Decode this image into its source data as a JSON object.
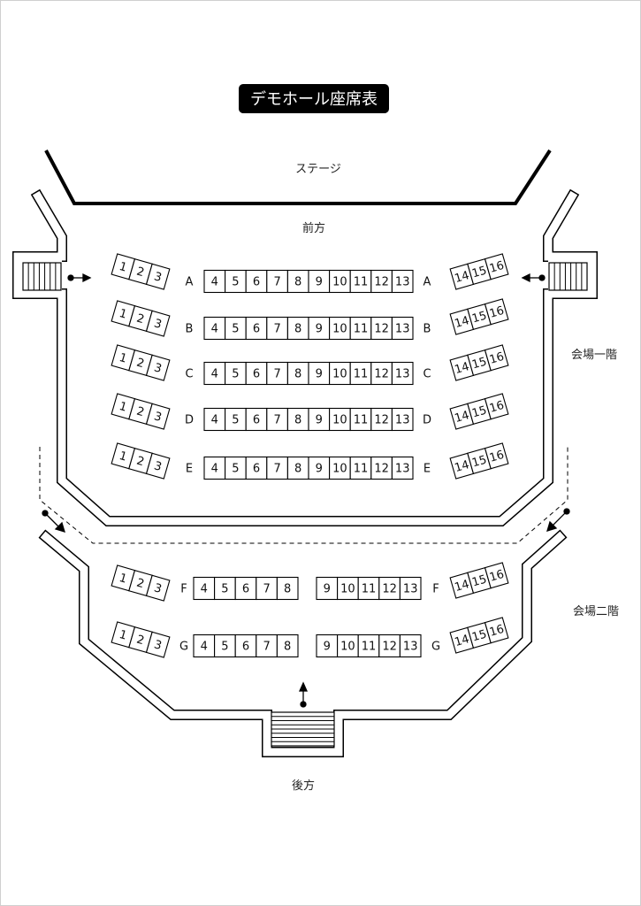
{
  "title": "デモホール座席表",
  "stage_label": "ステージ",
  "front_label": "前方",
  "rear_label": "後方",
  "floor1_label": "会場一階",
  "floor2_label": "会場二階",
  "floor1_rows": [
    {
      "row": "A",
      "left": [
        "1",
        "2",
        "3"
      ],
      "center": [
        "4",
        "5",
        "6",
        "7",
        "8",
        "9",
        "10",
        "11",
        "12",
        "13"
      ],
      "right": [
        "14",
        "15",
        "16"
      ]
    },
    {
      "row": "B",
      "left": [
        "1",
        "2",
        "3"
      ],
      "center": [
        "4",
        "5",
        "6",
        "7",
        "8",
        "9",
        "10",
        "11",
        "12",
        "13"
      ],
      "right": [
        "14",
        "15",
        "16"
      ]
    },
    {
      "row": "C",
      "left": [
        "1",
        "2",
        "3"
      ],
      "center": [
        "4",
        "5",
        "6",
        "7",
        "8",
        "9",
        "10",
        "11",
        "12",
        "13"
      ],
      "right": [
        "14",
        "15",
        "16"
      ]
    },
    {
      "row": "D",
      "left": [
        "1",
        "2",
        "3"
      ],
      "center": [
        "4",
        "5",
        "6",
        "7",
        "8",
        "9",
        "10",
        "11",
        "12",
        "13"
      ],
      "right": [
        "14",
        "15",
        "16"
      ]
    },
    {
      "row": "E",
      "left": [
        "1",
        "2",
        "3"
      ],
      "center": [
        "4",
        "5",
        "6",
        "7",
        "8",
        "9",
        "10",
        "11",
        "12",
        "13"
      ],
      "right": [
        "14",
        "15",
        "16"
      ]
    }
  ],
  "floor2_rows": [
    {
      "row": "F",
      "left": [
        "1",
        "2",
        "3"
      ],
      "center_left": [
        "4",
        "5",
        "6",
        "7",
        "8"
      ],
      "center_right": [
        "9",
        "10",
        "11",
        "12",
        "13"
      ],
      "right": [
        "14",
        "15",
        "16"
      ]
    },
    {
      "row": "G",
      "left": [
        "1",
        "2",
        "3"
      ],
      "center_left": [
        "4",
        "5",
        "6",
        "7",
        "8"
      ],
      "center_right": [
        "9",
        "10",
        "11",
        "12",
        "13"
      ],
      "right": [
        "14",
        "15",
        "16"
      ]
    }
  ]
}
